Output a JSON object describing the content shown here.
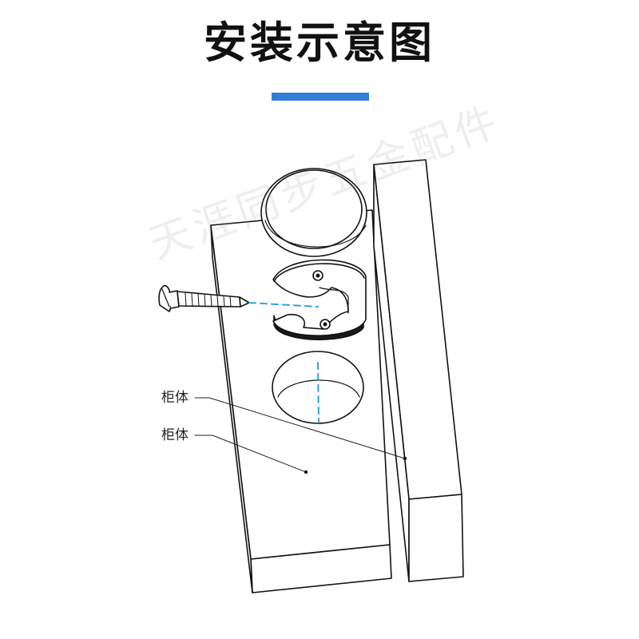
{
  "title": "安装示意图",
  "accent_color": "#2f7fd8",
  "watermark": "天涯同步五金配件",
  "labels": [
    {
      "text": "柜体"
    },
    {
      "text": "柜体"
    }
  ],
  "icons": [
    "screw-icon",
    "cover-cap-icon",
    "hinge-cup-icon",
    "drilled-hole-icon"
  ]
}
